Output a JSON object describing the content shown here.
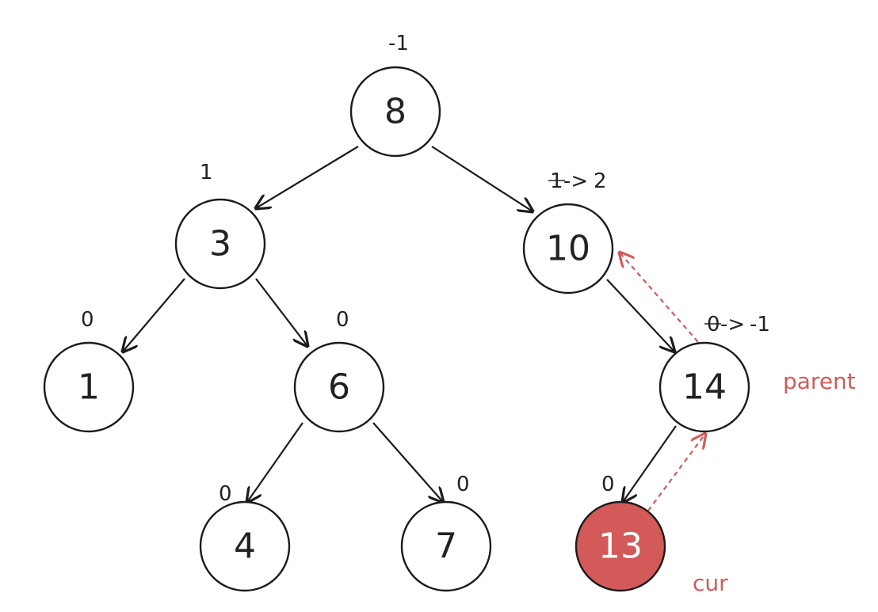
{
  "nodes": {
    "n8": {
      "value": "8",
      "bf": "-1"
    },
    "n3": {
      "value": "3",
      "bf": "1"
    },
    "n10": {
      "value": "10",
      "bf_old": "1",
      "bf_arrow": "->",
      "bf_new": "2"
    },
    "n1": {
      "value": "1",
      "bf": "0"
    },
    "n6": {
      "value": "6",
      "bf": "0"
    },
    "n14": {
      "value": "14",
      "bf_old": "0",
      "bf_arrow": "->",
      "bf_new": "-1"
    },
    "n4": {
      "value": "4",
      "bf": "0"
    },
    "n7": {
      "value": "7",
      "bf": "0"
    },
    "n13": {
      "value": "13",
      "bf": "0"
    }
  },
  "labels": {
    "parent": "parent",
    "cur": "cur"
  },
  "colors": {
    "highlight": "#d35a59",
    "stroke": "#1b1b1b"
  }
}
